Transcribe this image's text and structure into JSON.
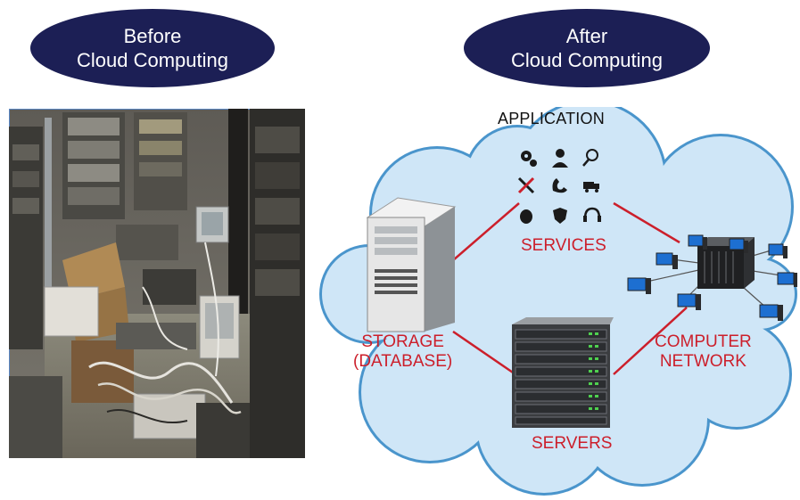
{
  "header": {
    "before": {
      "line1": "Before",
      "line2": "Cloud Computing"
    },
    "after": {
      "line1": "After",
      "line2": "Cloud Computing"
    }
  },
  "diagram": {
    "application_label": "APPLICATION",
    "services_label": "SERVICES",
    "storage_label_line1": "STORAGE",
    "storage_label_line2": "(DATABASE)",
    "network_label_line1": "COMPUTER",
    "network_label_line2": "NETWORK",
    "servers_label": "SERVERS",
    "service_icons": [
      "gears-icon",
      "user-icon",
      "search-icon",
      "tools-icon",
      "phone-icon",
      "truck-icon",
      "mouse-icon",
      "shield-icon",
      "headset-icon"
    ]
  },
  "colors": {
    "oval": "#1c1f55",
    "cloud_fill": "#cfe6f7",
    "cloud_stroke": "#4a95cc",
    "label_red": "#cc1f2b",
    "link_red": "#cc1f2b"
  }
}
